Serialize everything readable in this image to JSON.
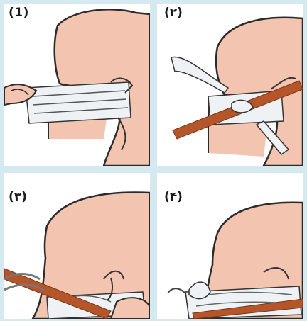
{
  "panels": [
    {
      "label": "(1)"
    },
    {
      "label": "(۲)"
    },
    {
      "label": "(۳)"
    },
    {
      "label": "(۴)"
    }
  ],
  "colors": {
    "background": "#d4e9f0",
    "skin": "#f3c4b0",
    "outline": "#2b2b2b",
    "bandage": "#eef2f4",
    "stick": "#b5552a"
  }
}
